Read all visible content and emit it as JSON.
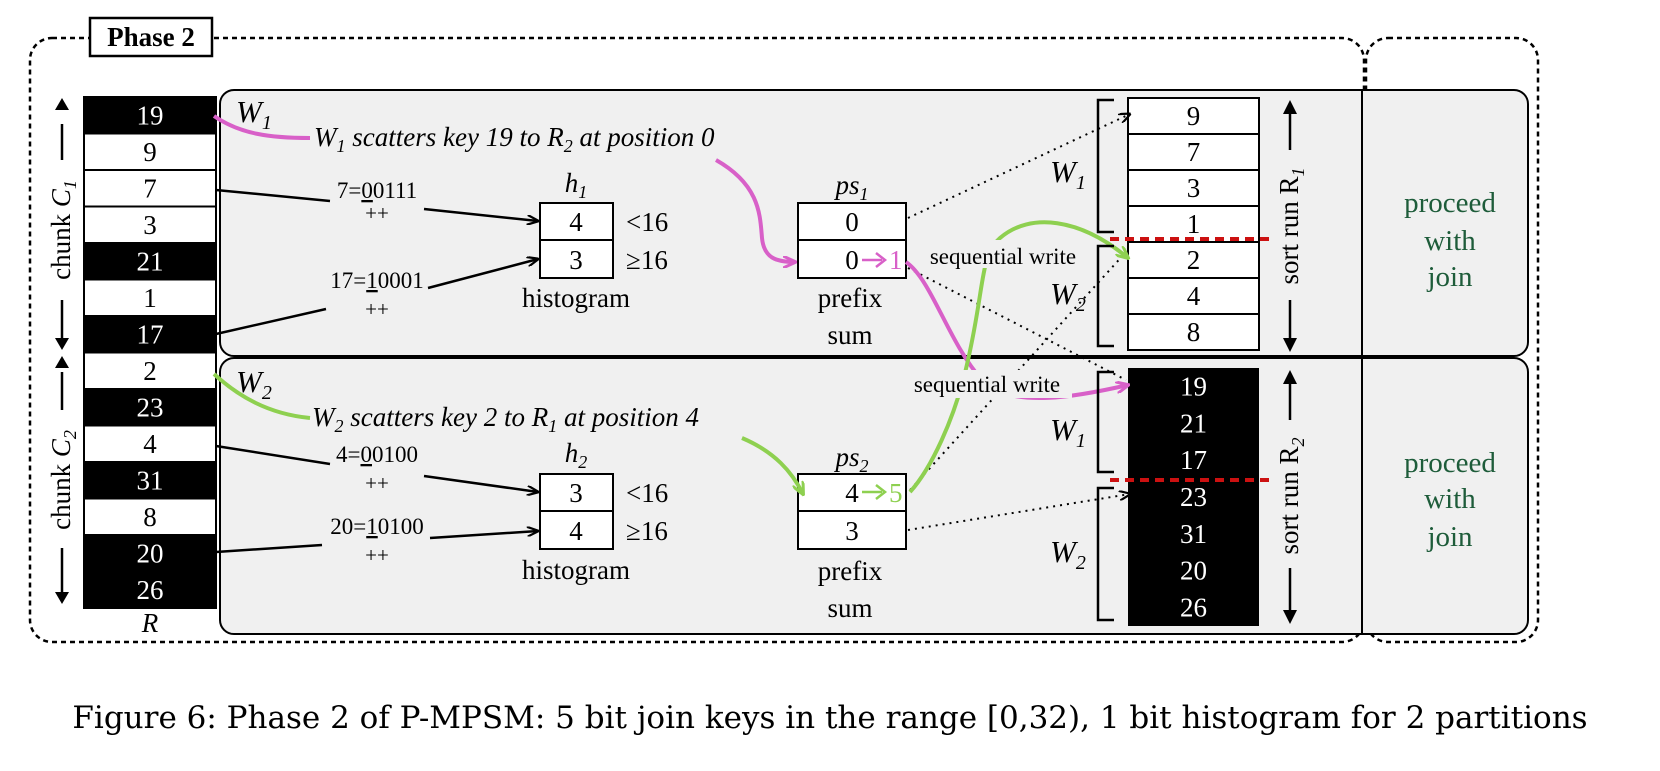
{
  "phase_label": "Phase 2",
  "relation_label": "R",
  "chunks": [
    {
      "label": "chunk",
      "sub": "1"
    },
    {
      "label": "chunk",
      "sub": "2"
    }
  ],
  "chunk_letter": "C",
  "relation_cells": [
    {
      "value": "19",
      "dark": true
    },
    {
      "value": "9",
      "dark": false
    },
    {
      "value": "7",
      "dark": false
    },
    {
      "value": "3",
      "dark": false
    },
    {
      "value": "21",
      "dark": true
    },
    {
      "value": "1",
      "dark": false
    },
    {
      "value": "17",
      "dark": true
    },
    {
      "value": "2",
      "dark": false
    },
    {
      "value": "23",
      "dark": true
    },
    {
      "value": "4",
      "dark": false
    },
    {
      "value": "31",
      "dark": true
    },
    {
      "value": "8",
      "dark": false
    },
    {
      "value": "20",
      "dark": true
    },
    {
      "value": "26",
      "dark": true
    }
  ],
  "workers": [
    {
      "name": "W",
      "sub": "1",
      "scatter_note": {
        "pre": "W",
        "sub1": "1",
        "mid": " scatters key 19 to R",
        "sub2": "2",
        "post": " at position 0"
      },
      "bit_examples": [
        {
          "eq": "7=",
          "bit": "0",
          "rest": "0111",
          "inc": "++"
        },
        {
          "eq": "17=",
          "bit": "1",
          "rest": "0001",
          "inc": "++"
        }
      ],
      "histogram": {
        "name": "h",
        "sub": "1",
        "values": [
          "4",
          "3"
        ],
        "caption": "histogram"
      },
      "prefix_sum": {
        "name": "ps",
        "sub": "1",
        "values": [
          "0",
          "0"
        ],
        "update_to": "1",
        "caption_lines": [
          "prefix",
          "sum"
        ]
      }
    },
    {
      "name": "W",
      "sub": "2",
      "scatter_note": {
        "pre": "W",
        "sub1": "2",
        "mid": " scatters key 2 to R",
        "sub2": "1",
        "post": " at position 4"
      },
      "bit_examples": [
        {
          "eq": "4=",
          "bit": "0",
          "rest": "0100",
          "inc": "++"
        },
        {
          "eq": "20=",
          "bit": "1",
          "rest": "0100",
          "inc": "++"
        }
      ],
      "histogram": {
        "name": "h",
        "sub": "2",
        "values": [
          "3",
          "4"
        ],
        "caption": "histogram"
      },
      "prefix_sum": {
        "name": "ps",
        "sub": "2",
        "values": [
          "4",
          "3"
        ],
        "update_to": "5",
        "caption_lines": [
          "prefix",
          "sum"
        ]
      }
    }
  ],
  "ranges": [
    "<16",
    "≥16"
  ],
  "sequential_write": "sequential write",
  "sort_runs": [
    {
      "label": "sort run R",
      "sub": "1",
      "values": [
        "9",
        "7",
        "3",
        "1",
        "2",
        "4",
        "8"
      ],
      "dark": false
    },
    {
      "label": "sort run R",
      "sub": "2",
      "values": [
        "19",
        "21",
        "17",
        "23",
        "31",
        "20",
        "26"
      ],
      "dark": true
    }
  ],
  "proceed_lines": [
    "proceed",
    "with",
    "join"
  ],
  "caption": "Figure 6: Phase 2 of P-MPSM: 5 bit join keys in the range [0,32), 1 bit histogram for 2 partitions",
  "colors": {
    "w1": "#d860c8",
    "w2": "#8ed050",
    "split": "#cc1111",
    "proceed": "#1e5c3a",
    "panel": "#f0f0f0",
    "cell_dark": "#000000"
  }
}
